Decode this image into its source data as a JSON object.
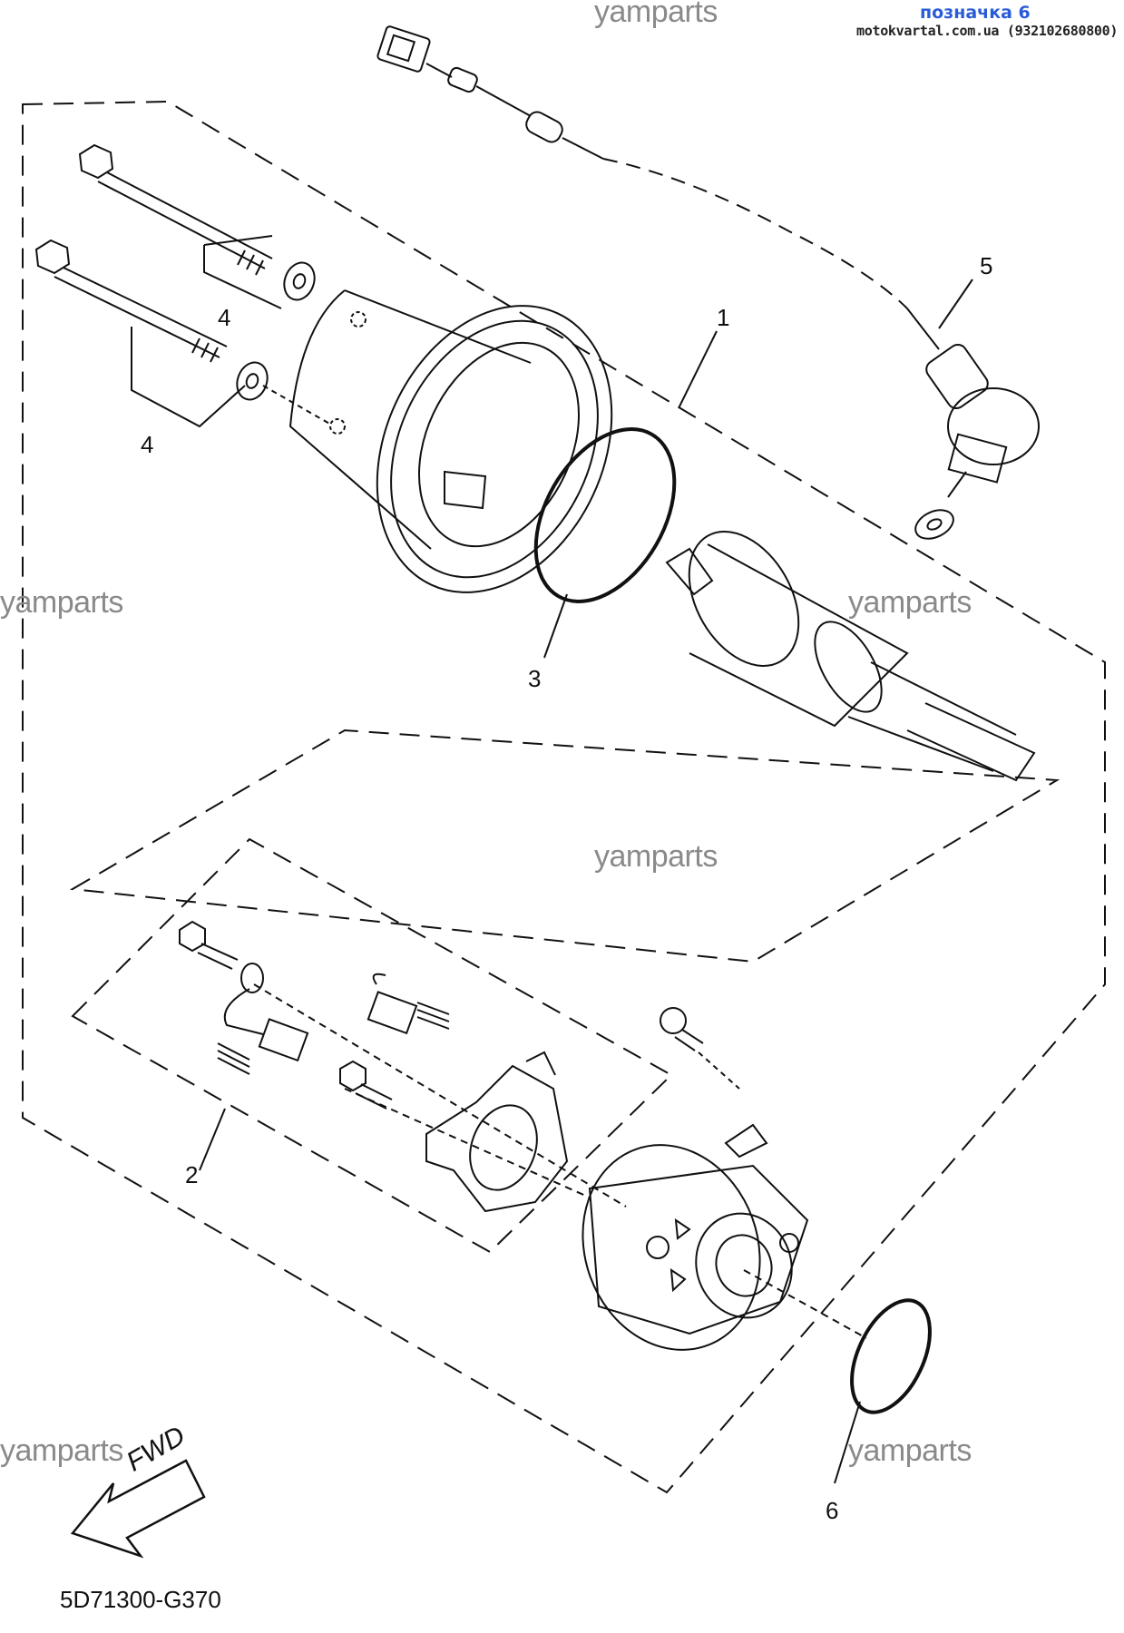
{
  "header": {
    "title": "позначка 6",
    "site": "motokvartal.com.ua (932102680800)"
  },
  "watermarks": [
    "yamparts",
    "yamparts",
    "yamparts",
    "yamparts",
    "yamparts",
    "yamparts"
  ],
  "callouts": {
    "c1": "1",
    "c2": "2",
    "c3": "3",
    "c4a": "4",
    "c4b": "4",
    "c5": "5",
    "c6": "6"
  },
  "fwd_label": "FWD",
  "diagram_code": "5D71300-G370",
  "colors": {
    "line": "#111111",
    "watermark": "#8a8a8a",
    "header_title": "#2a5bd7"
  }
}
